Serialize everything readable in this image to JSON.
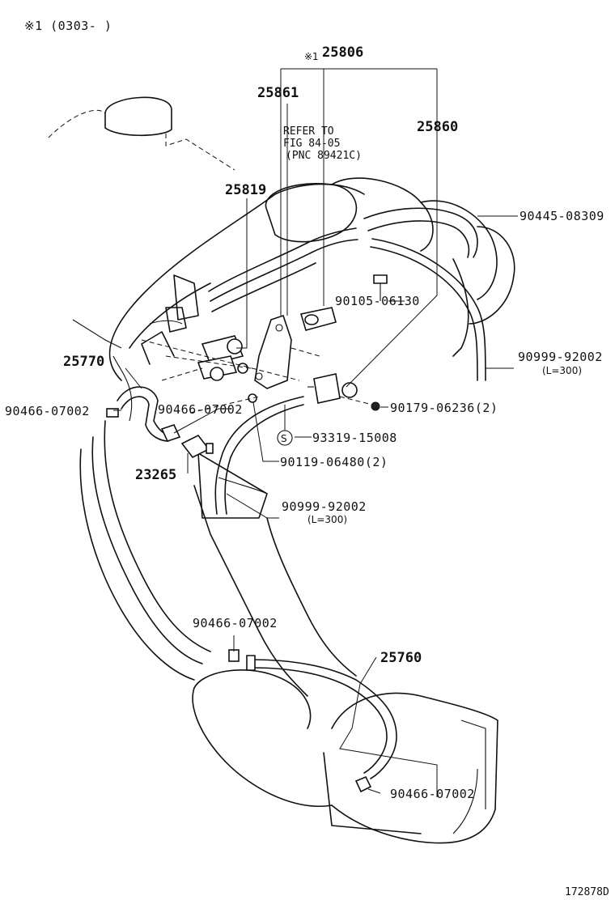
{
  "header_note": "※1 (0303-        )",
  "figure_code": "172878D",
  "refer_note": {
    "line1": "REFER TO",
    "line2": "FIG 84-05",
    "line3": "(PNC 89421C)"
  },
  "labels": {
    "p25806": "25806",
    "p25806_mark": "※1",
    "p25861": "25861",
    "p25860": "25860",
    "p25819": "25819",
    "p90445": "90445-08309",
    "p90105": "90105-06130",
    "p90999a": "90999-92002",
    "p90999a_len": "(L=300)",
    "p25770": "25770",
    "p90466a": "90466-07002",
    "p90466b": "90466-07002",
    "p90179": "90179-06236(2)",
    "p93319": "93319-15008",
    "p93319_mark": "S",
    "p90119": "90119-06480(2)",
    "p23265": "23265",
    "p90999b": "90999-92002",
    "p90999b_len": "(L=300)",
    "p90466c": "90466-07002",
    "p25760": "25760",
    "p90466d": "90466-07002"
  }
}
